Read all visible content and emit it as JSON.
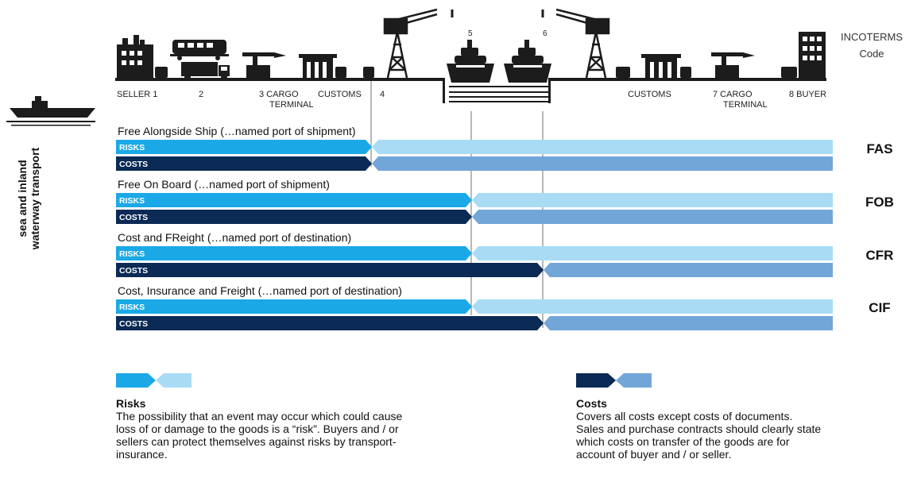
{
  "header": {
    "incoterms_line1": "INCOTERMS",
    "incoterms_line2": "Code"
  },
  "side_label": {
    "line1": "sea and inland",
    "line2": "waterway transport"
  },
  "stations": [
    {
      "label": "SELLER 1"
    },
    {
      "label": "2"
    },
    {
      "label": "3 CARGO",
      "label2": "TERMINAL"
    },
    {
      "label": "CUSTOMS"
    },
    {
      "label": "4"
    },
    {
      "label": "5"
    },
    {
      "label": "6"
    },
    {
      "label": "CUSTOMS"
    },
    {
      "label": "7 CARGO",
      "label2": "TERMINAL"
    },
    {
      "label": "8 BUYER"
    }
  ],
  "terms": [
    {
      "title": "Free Alongside Ship (…named port of shipment)",
      "code": "FAS",
      "risks_label": "RISKS",
      "costs_label": "COSTS",
      "risks_transfer_station": "4",
      "costs_transfer_station": "4"
    },
    {
      "title": "Free On Board (…named port of shipment)",
      "code": "FOB",
      "risks_label": "RISKS",
      "costs_label": "COSTS",
      "risks_transfer_station": "5",
      "costs_transfer_station": "5"
    },
    {
      "title": "Cost and FReight (…named port of destination)",
      "code": "CFR",
      "risks_label": "RISKS",
      "costs_label": "COSTS",
      "risks_transfer_station": "5",
      "costs_transfer_station": "6"
    },
    {
      "title": "Cost, Insurance and Freight (…named port of destination)",
      "code": "CIF",
      "risks_label": "RISKS",
      "costs_label": "COSTS",
      "risks_transfer_station": "5",
      "costs_transfer_station": "6"
    }
  ],
  "legend": {
    "risks": {
      "title": "Risks",
      "text": "The possibility that an event may occur which could cause loss of or damage to the goods is a “risk”. Buyers and / or sellers can protect themselves against risks by transport-insurance."
    },
    "costs": {
      "title": "Costs",
      "text": "Covers all costs except costs of documents. Sales and purchase contracts should clearly state which costs on transfer of the goods are for account of buyer and / or seller."
    }
  },
  "colors": {
    "risks_seller": "#1aa9e6",
    "risks_buyer": "#a9dcf4",
    "costs_seller": "#0b2a55",
    "costs_buyer": "#72a6d8",
    "icon": "#1c1c1c"
  }
}
